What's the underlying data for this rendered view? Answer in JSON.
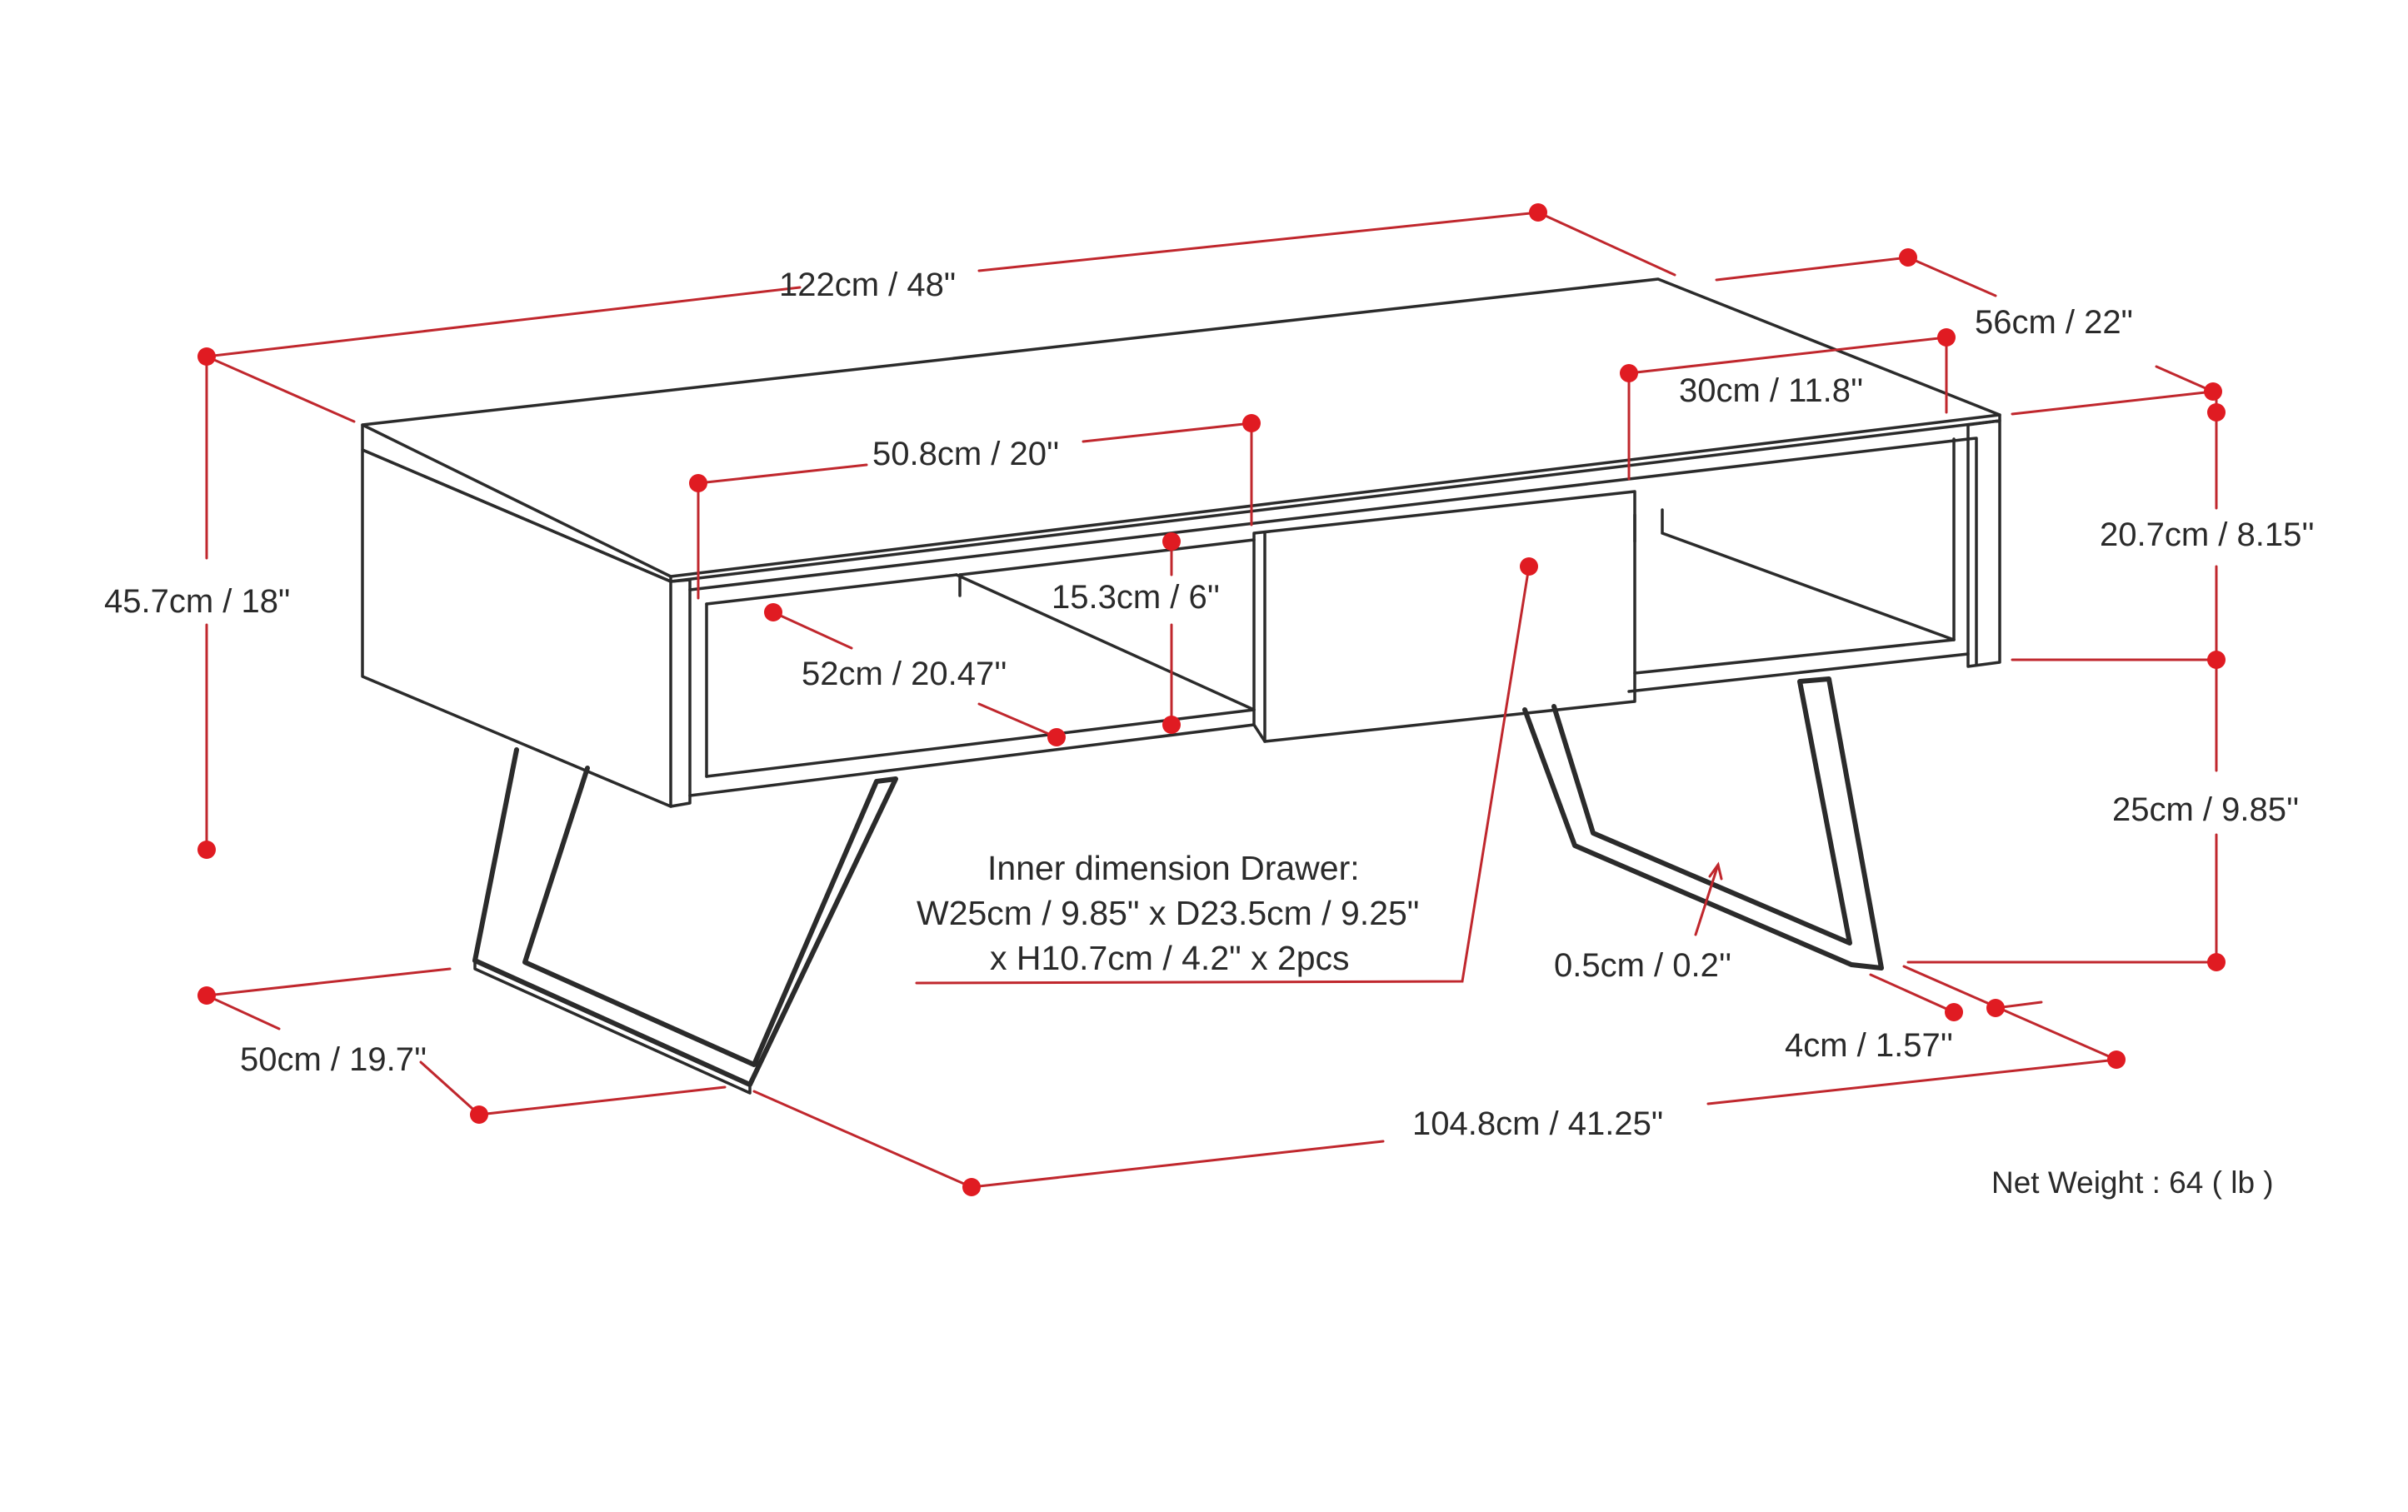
{
  "diagram": {
    "accent_color": "#e01b22",
    "line_color": "#2b2b2b",
    "labels": {
      "width_top": "122cm / 48\"",
      "depth_top": "56cm / 22\"",
      "shelf_depth_right": "30cm / 11.8''",
      "shelf_width": "50.8cm / 20''",
      "total_height": "45.7cm / 18\"",
      "shelf_height": "15.3cm / 6''",
      "shelf_depth_left": "52cm / 20.47''",
      "body_height": "20.7cm / 8.15''",
      "leg_height": "25cm / 9.85''",
      "leg_thickness": "0.5cm / 0.2''",
      "leg_width_small": "4cm / 1.57''",
      "leg_depth": "50cm / 19.7''",
      "leg_span": "104.8cm / 41.25\"",
      "drawer_line1": "Inner dimension Drawer:",
      "drawer_line2": "W25cm / 9.85\" x D23.5cm / 9.25\"",
      "drawer_line3": "x H10.7cm / 4.2\" x 2pcs",
      "net_weight": "Net Weight : 64 ( lb )"
    }
  }
}
